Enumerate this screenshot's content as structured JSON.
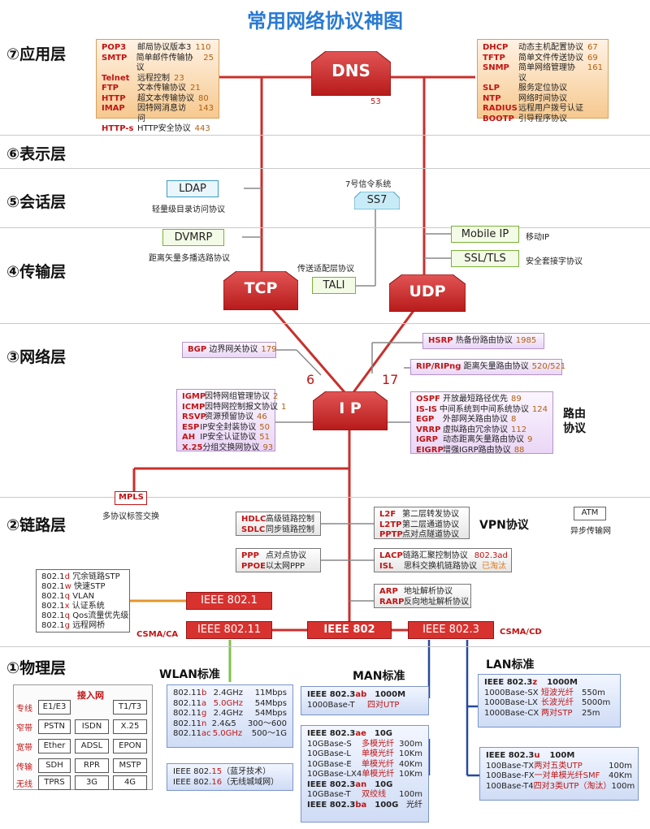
{
  "title": "常用网络协议神图",
  "layers": {
    "app": "⑦应用层",
    "present": "⑥表示层",
    "session": "⑤会话层",
    "transport": "④传输层",
    "network": "③网络层",
    "link": "②链路层",
    "physical": "①物理层"
  },
  "dns": {
    "label": "DNS",
    "port": "53"
  },
  "app_left": [
    {
      "k": "POP3",
      "d": "邮局协议版本3",
      "n": "110"
    },
    {
      "k": "SMTP",
      "d": "简单邮件传输协议",
      "n": "25"
    },
    {
      "k": "Telnet",
      "d": "远程控制",
      "n": "23"
    },
    {
      "k": "FTP",
      "d": "文本传输协议",
      "n": "21"
    },
    {
      "k": "HTTP",
      "d": "超文本传输协议",
      "n": "80"
    },
    {
      "k": "IMAP",
      "d": "因特网消息访问",
      "n": "143"
    },
    {
      "k": "HTTP-s",
      "d": "HTTP安全协议",
      "n": "443"
    }
  ],
  "app_right": [
    {
      "k": "DHCP",
      "d": "动态主机配置协议",
      "n": "67"
    },
    {
      "k": "TFTP",
      "d": "简单文件传送协议",
      "n": "69"
    },
    {
      "k": "SNMP",
      "d": "简单网络管理协议",
      "n": "161"
    },
    {
      "k": "SLP",
      "d": "服务定位协议",
      "n": ""
    },
    {
      "k": "NTP",
      "d": "网络时间协议",
      "n": ""
    },
    {
      "k": "RADIUS",
      "d": "远程用户拨号认证",
      "n": ""
    },
    {
      "k": "BOOTP",
      "d": "引导程序协议",
      "n": ""
    }
  ],
  "session": {
    "ldap": "LDAP",
    "ldap_desc": "轻量级目录访问协议",
    "ss7_top": "7号信令系统",
    "ss7": "SS7"
  },
  "transport": {
    "dvmrp": "DVMRP",
    "dvmrp_desc": "距离矢量多播选路协议",
    "mobileip": "Mobile IP",
    "mobileip_desc": "移动IP",
    "ssl": "SSL/TLS",
    "ssl_desc": "安全套接字协议",
    "tali_desc": "传送适配层协议",
    "tali": "TALI",
    "tcp": "TCP",
    "udp": "UDP"
  },
  "network": {
    "bgp": {
      "k": "BGP",
      "d": "边界网关协议",
      "n": "179"
    },
    "hsrp": {
      "k": "HSRP",
      "d": "热备份路由协议",
      "n": "1985"
    },
    "rip": {
      "k": "RIP/RIPng",
      "d": "距离矢量路由协议",
      "n": "520/521"
    },
    "num6": "6",
    "num17": "17",
    "ip": "I P",
    "left": [
      {
        "k": "IGMP",
        "d": "因特网组管理协议",
        "n": "2"
      },
      {
        "k": "ICMP",
        "d": "因特网控制报文协议",
        "n": "1"
      },
      {
        "k": "RSVP",
        "d": "资源预留协议",
        "n": "46"
      },
      {
        "k": "ESP",
        "d": "IP安全封装协议",
        "n": "50"
      },
      {
        "k": "AH",
        "d": "IP安全认证协议",
        "n": "51"
      },
      {
        "k": "X.25",
        "d": "分组交换网协议",
        "n": "93"
      }
    ],
    "right": [
      {
        "k": "OSPF",
        "d": "开放最短路径优先",
        "n": "89"
      },
      {
        "k": "IS-IS",
        "d": "中间系统到中间系统协议",
        "n": "124"
      },
      {
        "k": "EGP",
        "d": "外部网关路由协议",
        "n": "8"
      },
      {
        "k": "VRRP",
        "d": "虚拟路由冗余协议",
        "n": "112"
      },
      {
        "k": "IGRP",
        "d": "动态距离矢量路由协议",
        "n": "9"
      },
      {
        "k": "EIGRP",
        "d": "增强IGRP路由协议",
        "n": "88"
      }
    ],
    "routing1": "路由",
    "routing2": "协议"
  },
  "link": {
    "mpls": "MPLS",
    "mpls_desc": "多协议标签交换",
    "hdlc": [
      {
        "k": "HDLC",
        "d": "高级链路控制"
      },
      {
        "k": "SDLC",
        "d": "同步链路控制"
      }
    ],
    "ppp": [
      {
        "k": "PPP",
        "d": "点对点协议"
      },
      {
        "k": "PPOE",
        "d": "以太网PPP"
      }
    ],
    "vpn": [
      {
        "k": "L2F",
        "d": "第二层转发协议"
      },
      {
        "k": "L2TP",
        "d": "第二层通道协议"
      },
      {
        "k": "PPTP",
        "d": "点对点隧道协议"
      }
    ],
    "vpn_label": "VPN协议",
    "atm": "ATM",
    "atm_desc": "异步传输网",
    "lacp": [
      {
        "k": "LACP",
        "d": "链路汇聚控制协议",
        "n": "802.3ad"
      },
      {
        "k": "ISL",
        "d": "思科交换机链路协议",
        "n": "已淘汰"
      }
    ],
    "arp": [
      {
        "k": "ARP",
        "d": "地址解析协议"
      },
      {
        "k": "RARP",
        "d": "反向地址解析协议"
      }
    ],
    "std8021": [
      {
        "a": "802.1",
        "b": "d",
        "d": "冗余链路STP"
      },
      {
        "a": "802.1",
        "b": "w",
        "d": "快速STP"
      },
      {
        "a": "802.1",
        "b": "q",
        "d": "VLAN"
      },
      {
        "a": "802.1",
        "b": "x",
        "d": "认证系统"
      },
      {
        "a": "802.1",
        "b": "q",
        "d": "Qos流量优先级"
      },
      {
        "a": "802.1",
        "b": "g",
        "d": "远程网桥"
      }
    ],
    "ieee8021": "IEEE 802.1",
    "ieee80211": "IEEE 802.11",
    "ieee802": "IEEE 802",
    "ieee8023": "IEEE 802.3",
    "csmaca": "CSMA/CA",
    "csmacd": "CSMA/CD"
  },
  "physical": {
    "wlan_title": "WLAN标准",
    "man_title": "MAN标准",
    "lan_title": "LAN标准",
    "access_title": "接入网",
    "access": [
      {
        "cat": "专线",
        "items": [
          "E1/E3",
          "",
          "T1/T3"
        ]
      },
      {
        "cat": "窄带",
        "items": [
          "PSTN",
          "ISDN",
          "X.25"
        ]
      },
      {
        "cat": "宽带",
        "items": [
          "Ether",
          "ADSL",
          "EPON"
        ]
      },
      {
        "cat": "传输",
        "items": [
          "SDH",
          "RPR",
          "MSTP"
        ]
      },
      {
        "cat": "无线",
        "items": [
          "TPRS",
          "3G",
          "4G"
        ]
      }
    ],
    "wlan": [
      {
        "a": "802.11",
        "b": "b",
        "f": "2.4GHz",
        "r": "11Mbps"
      },
      {
        "a": "802.11",
        "b": "a",
        "f": "5.0GHz",
        "r": "54Mbps"
      },
      {
        "a": "802.11",
        "b": "g",
        "f": "2.4GHz",
        "r": "54Mbps"
      },
      {
        "a": "802.11",
        "b": "n",
        "f": "2.4&5",
        "r": "300～600"
      },
      {
        "a": "802.11",
        "b": "ac",
        "f": "5.0GHz",
        "r": "500～1G"
      }
    ],
    "wlan2": [
      {
        "a": "IEEE 802.",
        "b": "15",
        "d": "（蓝牙技术）"
      },
      {
        "a": "IEEE 802.",
        "b": "16",
        "d": "（无线城域网）"
      }
    ],
    "man1": {
      "head_a": "IEEE 802.3",
      "head_b": "ab",
      "head_speed": "1000M",
      "row_a": "1000Base-T",
      "row_b": "四对UTP"
    },
    "man2_head": {
      "a": "IEEE 802.3",
      "b": "ae",
      "speed": "10G"
    },
    "man2": [
      {
        "a": "10GBase-S",
        "b": "多模光纤",
        "c": "300m"
      },
      {
        "a": "10GBase-L",
        "b": "单模光纤",
        "c": "10Km"
      },
      {
        "a": "10GBase-E",
        "b": "单模光纤",
        "c": "40Km"
      },
      {
        "a": "10GBase-LX4",
        "b": "单模光纤",
        "c": "10Km"
      }
    ],
    "man3_head": {
      "a": "IEEE 802.3",
      "b": "an",
      "speed": "10G"
    },
    "man3_row": {
      "a": "10GBase-T",
      "b": "双绞线",
      "c": "100m"
    },
    "man4_head": {
      "a": "IEEE 802.3",
      "b": "ba",
      "speed": "100G",
      "c": "光纤"
    },
    "lan1_head": {
      "a": "IEEE 802.3",
      "b": "z",
      "speed": "1000M"
    },
    "lan1": [
      {
        "a": "1000Base-SX",
        "b": "短波光纤",
        "c": "550m"
      },
      {
        "a": "1000Base-LX",
        "b": "长波光纤",
        "c": "5000m"
      },
      {
        "a": "1000Base-CX",
        "b": "两对STP",
        "c": "25m"
      }
    ],
    "lan2_head": {
      "a": "IEEE 802.3",
      "b": "u",
      "speed": "100M"
    },
    "lan2": [
      {
        "a": "100Base-TX",
        "b": "两对五类UTP",
        "c": "100m"
      },
      {
        "a": "100Base-FX",
        "b": "一对单模光纤SMF",
        "c": "40Km"
      },
      {
        "a": "100Base-T4",
        "b": "四对3类UTP（淘汰）",
        "c": "100m"
      }
    ]
  }
}
